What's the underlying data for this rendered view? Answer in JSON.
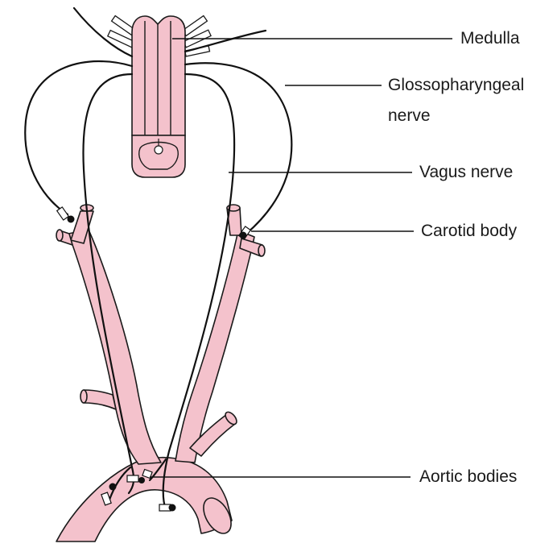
{
  "labels": {
    "medulla": "Medulla",
    "glossopharyngeal_line1": "Glossopharyngeal",
    "glossopharyngeal_line2": "nerve",
    "vagus": "Vagus nerve",
    "carotid_body": "Carotid body",
    "aortic_bodies": "Aortic bodies"
  },
  "colors": {
    "vessel_fill": "#f4c2cc",
    "outline": "#1a1a1a",
    "background": "#ffffff"
  }
}
